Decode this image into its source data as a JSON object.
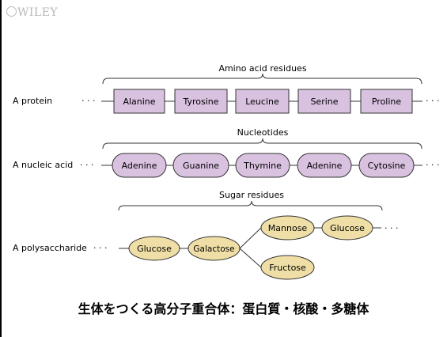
{
  "logo": {
    "text": "WILEY"
  },
  "protein": {
    "label": "A protein",
    "group_label": "Amino acid residues",
    "units": [
      "Alanine",
      "Tyrosine",
      "Leucine",
      "Serine",
      "Proline"
    ]
  },
  "nucleic_acid": {
    "label": "A nucleic acid",
    "group_label": "Nucleotides",
    "units": [
      "Adenine",
      "Guanine",
      "Thymine",
      "Adenine",
      "Cytosine"
    ]
  },
  "polysaccharide": {
    "label": "A polysaccharide",
    "group_label": "Sugar residues",
    "units": [
      "Glucose",
      "Galactose",
      "Mannose",
      "Glucose",
      "Fructose"
    ]
  },
  "ellipsis": "· · ·",
  "caption": "生体をつくる高分子重合体：蛋白質・核酸・多糖体",
  "colors": {
    "protein_fill": "#d9c1e0",
    "nucleotide_fill": "#d9c1e0",
    "sugar_fill": "#efdfa6",
    "stroke": "#333333"
  }
}
